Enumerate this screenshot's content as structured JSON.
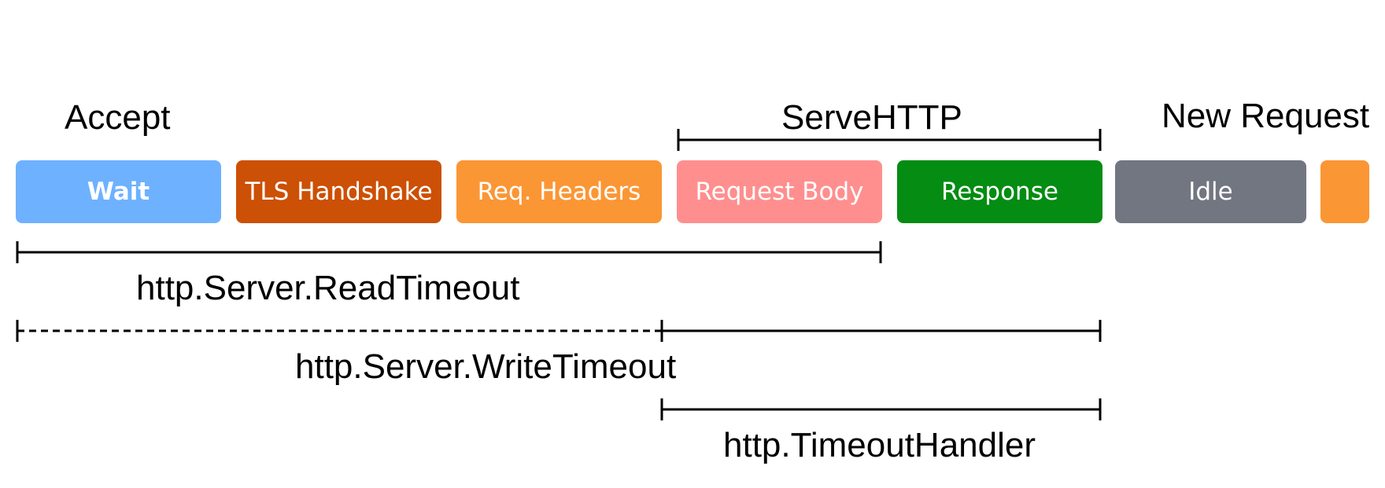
{
  "phases": [
    {
      "id": "wait",
      "label": "Wait",
      "color": "#6eb1ff"
    },
    {
      "id": "tls",
      "label": "TLS Handshake",
      "color": "#cc5005"
    },
    {
      "id": "req-headers",
      "label": "Req. Headers",
      "color": "#fb9634"
    },
    {
      "id": "request-body",
      "label": "Request Body",
      "color": "#ff8f8f"
    },
    {
      "id": "response",
      "label": "Response",
      "color": "#048c13"
    },
    {
      "id": "idle",
      "label": "Idle",
      "color": "#717680"
    },
    {
      "id": "next",
      "label": "",
      "color": "#fb9634"
    }
  ],
  "labels": {
    "accept": "Accept",
    "serve_http": "ServeHTTP",
    "new_request": "New Request",
    "read_timeout": "http.Server.ReadTimeout",
    "write_timeout": "http.Server.WriteTimeout",
    "timeout_handler": "http.TimeoutHandler"
  }
}
